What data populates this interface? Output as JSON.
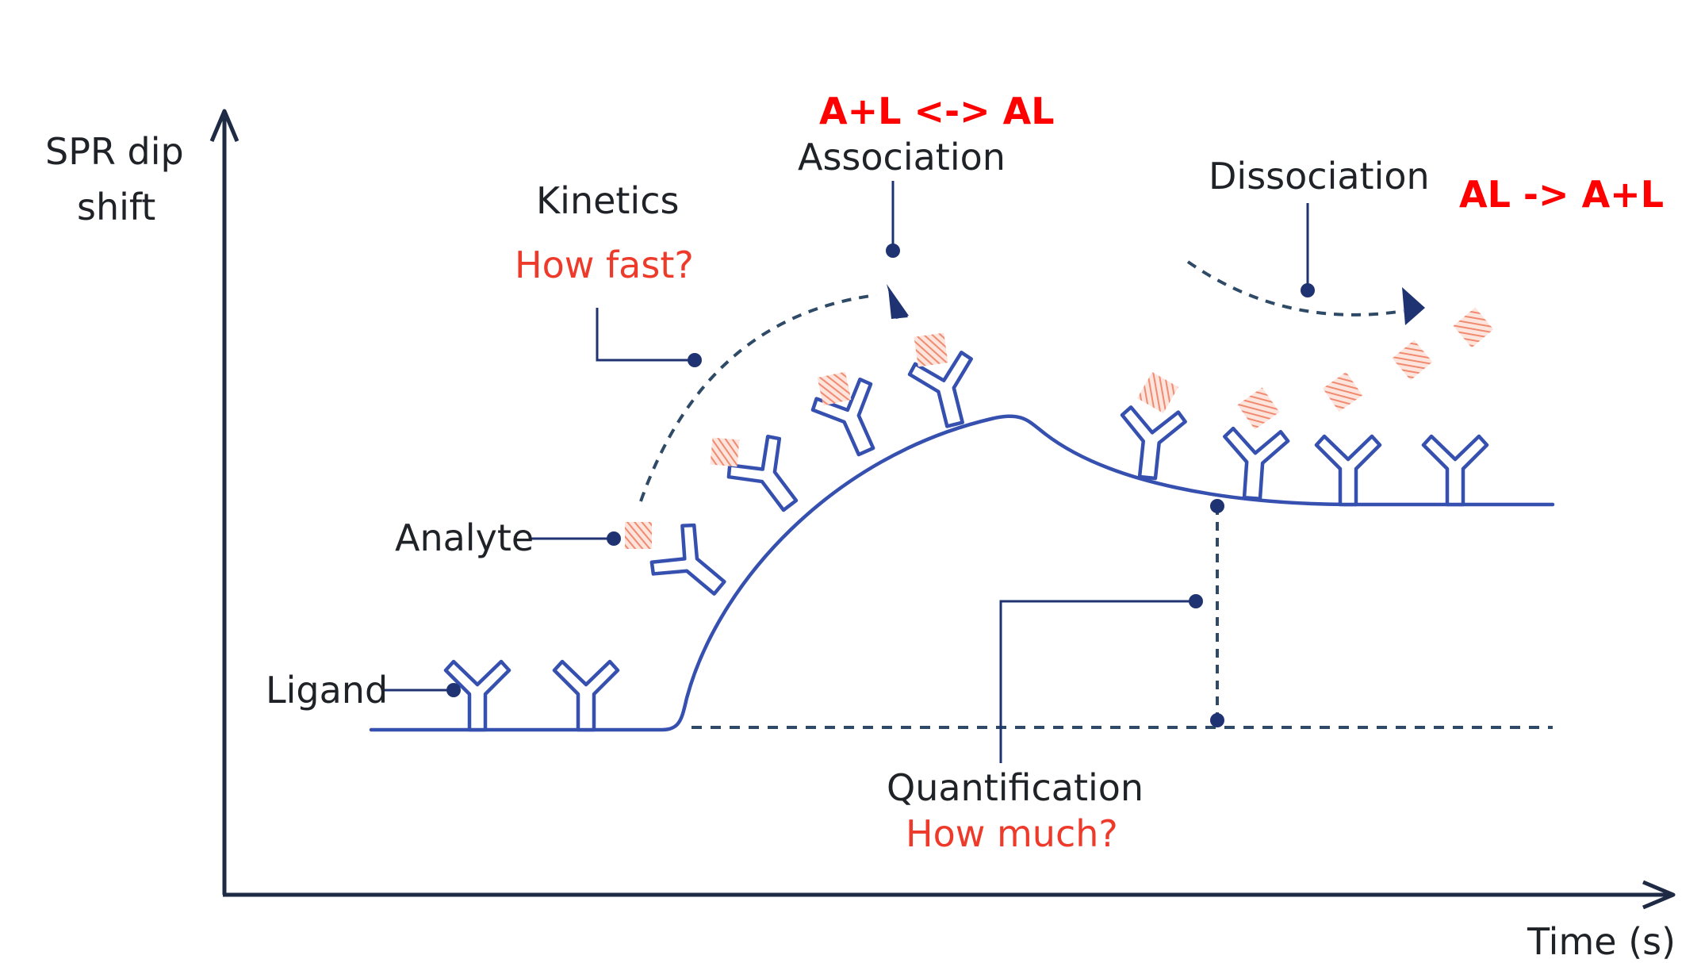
{
  "axes": {
    "y_label_line1": "SPR dip",
    "y_label_line2": "shift",
    "x_label": "Time (s)"
  },
  "labels": {
    "kinetics": "Kinetics",
    "how_fast": "How fast?",
    "association": "Association",
    "association_equation": "A+L <-> AL",
    "dissociation": "Dissociation",
    "dissociation_equation": "AL -> A+L",
    "analyte": "Analyte",
    "ligand": "Ligand",
    "quantification": "Quantification",
    "how_much": "How much?"
  },
  "colors": {
    "axis": "#1f2a44",
    "curve": "#3650b0",
    "callout": "#1f3373",
    "dashed": "#2f4a66",
    "analyte": "#f08a70",
    "equation": "#ff0000",
    "question": "#ee3a2a"
  }
}
